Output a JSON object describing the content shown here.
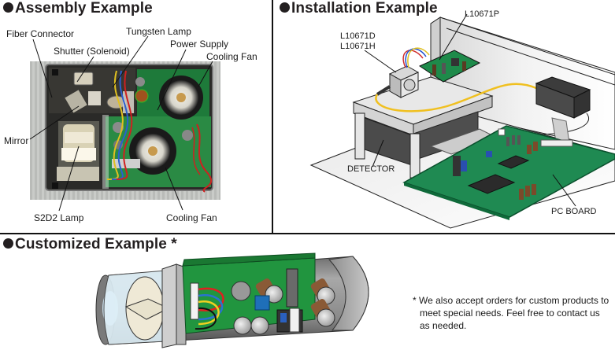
{
  "sections": {
    "assembly": {
      "title": "Assembly Example",
      "labels": {
        "fiber_connector": "Fiber Connector",
        "shutter": "Shutter (Solenoid)",
        "tungsten_lamp": "Tungsten Lamp",
        "power_supply": "Power Supply",
        "cooling_fan_top": "Cooling Fan",
        "mirror": "Mirror",
        "s2d2_lamp": "S2D2 Lamp",
        "cooling_fan_bottom": "Cooling Fan"
      }
    },
    "installation": {
      "title": "Installation Example",
      "labels": {
        "l10671p": "L10671P",
        "l10671d": "L10671D",
        "l10671h": "L10671H",
        "detector": "DETECTOR",
        "pc_board": "PC BOARD"
      }
    },
    "customized": {
      "title": "Customized Example *",
      "note_lines": [
        "* We also accept orders for custom products to",
        "meet special needs. Feel free to contact us",
        "as needed."
      ]
    }
  }
}
